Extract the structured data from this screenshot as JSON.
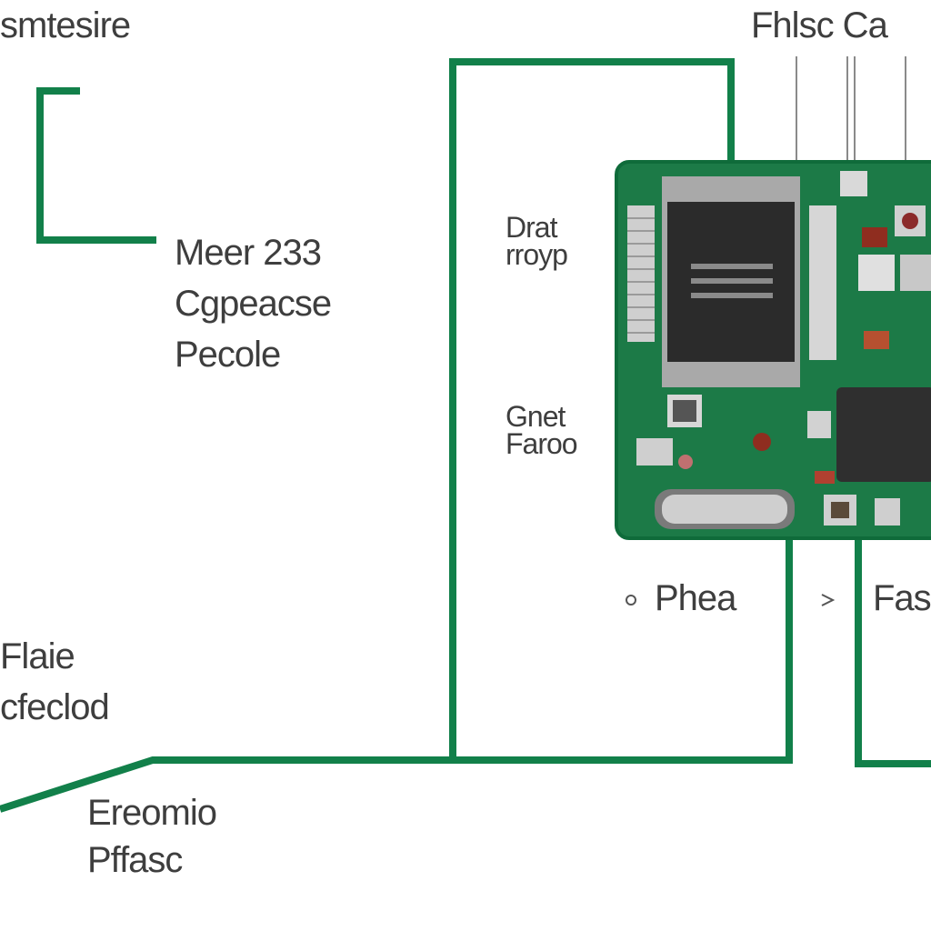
{
  "labels": {
    "top_left": "smtesire",
    "top_right": "Fhlsc Ca",
    "mid_left_line1": "Meer 233",
    "mid_left_line2": "Cgpeacse",
    "mid_left_line3": "Pecole",
    "lower_left_line1": "Flaie",
    "lower_left_line2": "cfeclod",
    "bottom_left_line1": "Ereomio",
    "bottom_left_line2": "Pffasc",
    "center_upper_line1": "Drat",
    "center_upper_line2": "rroyp",
    "center_lower_line1": "Gnet",
    "center_lower_line2": "Faroo",
    "bottom_center": "Phea",
    "bottom_right": "Fas"
  },
  "colors": {
    "wire": "#12804a",
    "board": "#1c7a47",
    "board_edge": "#0f6b3a",
    "chip": "#2b2b2b",
    "text": "#3e3e3e"
  }
}
